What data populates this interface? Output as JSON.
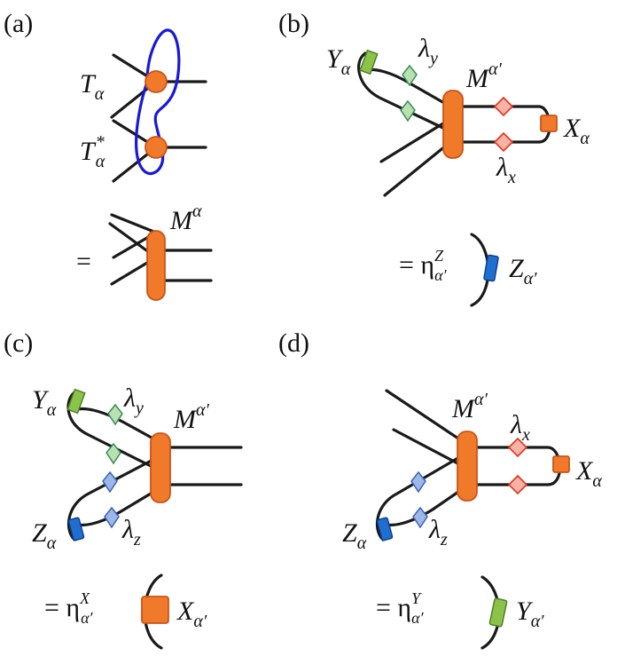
{
  "panels": {
    "a": {
      "tag": "(a)",
      "t_label": "T",
      "t_sub": "α",
      "tstar_label": "T",
      "tstar_sup": "*",
      "tstar_sub": "α",
      "equals": "=",
      "m_label": "M",
      "m_sup": "α"
    },
    "b": {
      "tag": "(b)",
      "y_label": "Y",
      "y_sub": "α",
      "lambda_y": "λ",
      "lambda_y_sub": "y",
      "m_label": "M",
      "m_sup": "α′",
      "x_label": "X",
      "x_sub": "α",
      "lambda_x": "λ",
      "lambda_x_sub": "x",
      "eq_prefix": "= η",
      "eta_sup": "Z",
      "eta_sub": "α′",
      "z_label": "Z",
      "z_sub": "α′"
    },
    "c": {
      "tag": "(c)",
      "y_label": "Y",
      "y_sub": "α",
      "lambda_y": "λ",
      "lambda_y_sub": "y",
      "m_label": "M",
      "m_sup": "α′",
      "z_label": "Z",
      "z_sub": "α",
      "lambda_z": "λ",
      "lambda_z_sub": "z",
      "eq_prefix": "= η",
      "eta_sup": "X",
      "eta_sub": "α′",
      "x_label": "X",
      "x_sub": "α′"
    },
    "d": {
      "tag": "(d)",
      "m_label": "M",
      "m_sup": "α′",
      "lambda_x": "λ",
      "lambda_x_sub": "x",
      "x_label": "X",
      "x_sub": "α",
      "z_label": "Z",
      "z_sub": "α",
      "lambda_z": "λ",
      "lambda_z_sub": "z",
      "eq_prefix": "= η",
      "eta_sup": "Y",
      "eta_sub": "α′",
      "y_label": "Y",
      "y_sub": "α′"
    }
  },
  "colors": {
    "tensor_orange": "#f07a2a",
    "loop_blue": "#1919d8",
    "y_green": "#8bc34a",
    "lambda_y_green": "#b7e2b0",
    "lambda_x_pink": "#f9b3a6",
    "lambda_z_blue": "#9db7e8",
    "z_blue": "#1f6fd1"
  }
}
